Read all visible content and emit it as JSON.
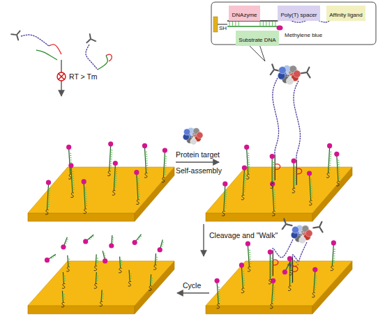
{
  "diagram": {
    "nodes": [
      {
        "text": [
          "DNAzyme"
        ]
      },
      {
        "text": [
          "Poly(T) spacer"
        ]
      },
      {
        "text": [
          "Affinity ligand"
        ]
      },
      {
        "text": [
          "Substrate DNA"
        ]
      }
    ],
    "labels": [
      "SH",
      "Methylene blue",
      "RT > Tm",
      "Protein target",
      "Self-assembly",
      "Cleavage and \"Walk\"",
      "Cycle"
    ]
  }
}
